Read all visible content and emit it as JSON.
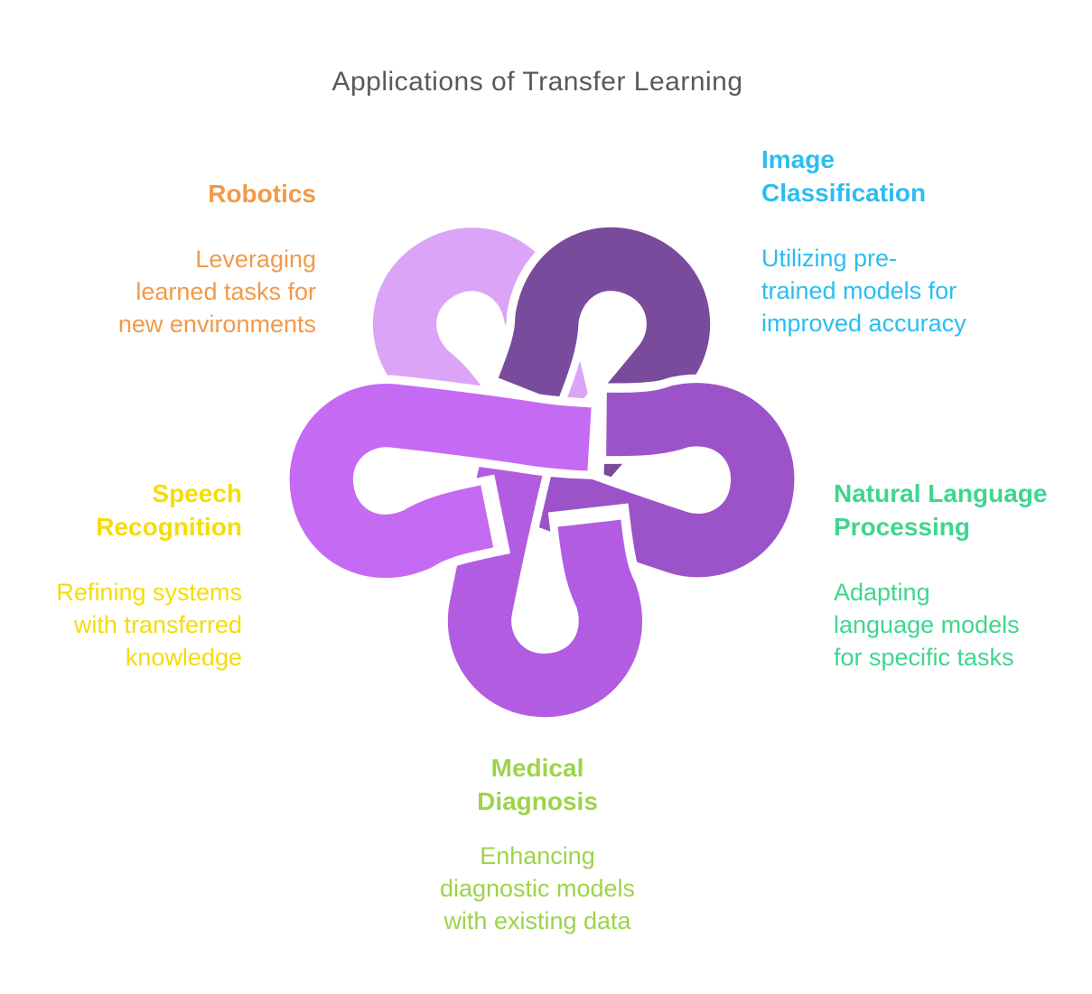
{
  "title": "Applications of Transfer Learning",
  "title_color": "#595959",
  "sections": [
    {
      "id": "robotics",
      "heading_lines": [
        "Robotics"
      ],
      "description_lines": [
        "Leveraging",
        "learned tasks for",
        "new environments"
      ],
      "color": "#F2994A"
    },
    {
      "id": "image-classification",
      "heading_lines": [
        "Image",
        "Classification"
      ],
      "description_lines": [
        "Utilizing pre-",
        "trained models for",
        "improved accuracy"
      ],
      "color": "#2BBDF1"
    },
    {
      "id": "natural-language-processing",
      "heading_lines": [
        "Natural Language",
        "Processing"
      ],
      "description_lines": [
        "Adapting",
        "language models",
        "for specific tasks"
      ],
      "color": "#3ED68F"
    },
    {
      "id": "medical-diagnosis",
      "heading_lines": [
        "Medical",
        "Diagnosis"
      ],
      "description_lines": [
        "Enhancing",
        "diagnostic models",
        "with existing data"
      ],
      "color": "#9CD44A"
    },
    {
      "id": "speech-recognition",
      "heading_lines": [
        "Speech",
        "Recognition"
      ],
      "description_lines": [
        "Refining systems",
        "with transferred",
        "knowledge"
      ],
      "color": "#F6DC05"
    }
  ],
  "knot": {
    "outline_color": "#FFFFFF",
    "petals": [
      {
        "name": "top-left",
        "color": "#DCA4F6"
      },
      {
        "name": "top-right",
        "color": "#784B9D"
      },
      {
        "name": "right",
        "color": "#9C53C9"
      },
      {
        "name": "bottom",
        "color": "#B25DE1"
      },
      {
        "name": "left",
        "color": "#C56AF3"
      }
    ]
  }
}
